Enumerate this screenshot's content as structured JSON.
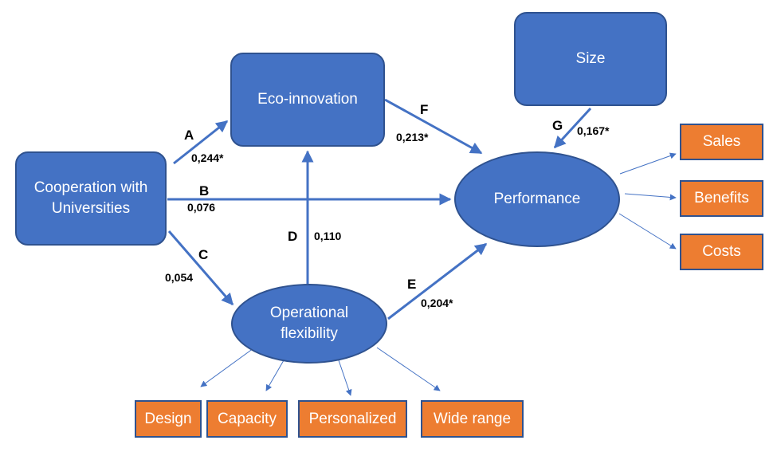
{
  "nodes": {
    "cooperation": "Cooperation with Universities",
    "eco_innovation": "Eco-innovation",
    "size": "Size",
    "performance": "Performance",
    "operational_flexibility": "Operational flexibility"
  },
  "performance_indicators": [
    "Sales",
    "Benefits",
    "Costs"
  ],
  "flexibility_indicators": [
    "Design",
    "Capacity",
    "Personalized",
    "Wide range"
  ],
  "paths": [
    {
      "id": "A",
      "label": "A",
      "coef": "0,244*"
    },
    {
      "id": "B",
      "label": "B",
      "coef": "0,076"
    },
    {
      "id": "C",
      "label": "C",
      "coef": "0,054"
    },
    {
      "id": "D",
      "label": "D",
      "coef": "0,110"
    },
    {
      "id": "E",
      "label": "E",
      "coef": "0,204*"
    },
    {
      "id": "F",
      "label": "F",
      "coef": "0,213*"
    },
    {
      "id": "G",
      "label": "G",
      "coef": "0,167*"
    }
  ],
  "colors": {
    "node_fill": "#4472c4",
    "node_border": "#2f528f",
    "indicator_fill": "#ed7d31",
    "arrow": "#4472c4"
  }
}
